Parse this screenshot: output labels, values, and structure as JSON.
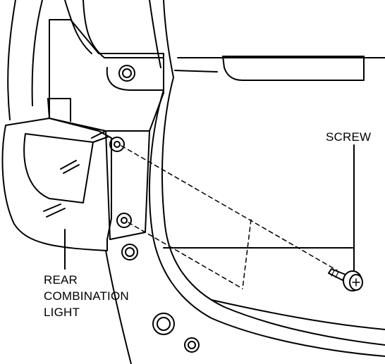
{
  "labels": {
    "screw": "SCREW",
    "rear_combination_light": [
      "REAR",
      "COMBINATION",
      "LIGHT"
    ]
  },
  "colors": {
    "line": "#000000",
    "background": "#ffffff"
  }
}
